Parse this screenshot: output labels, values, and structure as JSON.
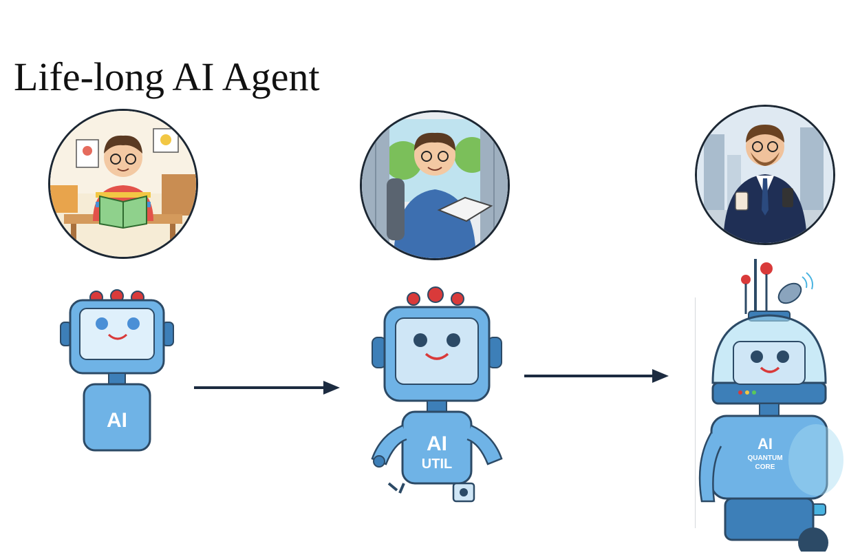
{
  "title": "Life-long AI Agent",
  "stages": [
    {
      "portrait": "child-reading-icon",
      "robot": "small-robot-icon",
      "chest_label": "AI",
      "chest_sublabel": ""
    },
    {
      "portrait": "student-with-book-icon",
      "robot": "medium-robot-icon",
      "chest_label": "AI",
      "chest_sublabel": "UTIL"
    },
    {
      "portrait": "businessman-icon",
      "robot": "advanced-robot-icon",
      "chest_label": "AI",
      "chest_sublabel_line1": "QUANTUM",
      "chest_sublabel_line2": "CORE"
    }
  ],
  "colors": {
    "robot_body": "#6fb3e6",
    "robot_dark": "#3d7fb8",
    "robot_outline": "#2c4a66",
    "arrow": "#1c2b40",
    "accent_red": "#d93a3a"
  }
}
